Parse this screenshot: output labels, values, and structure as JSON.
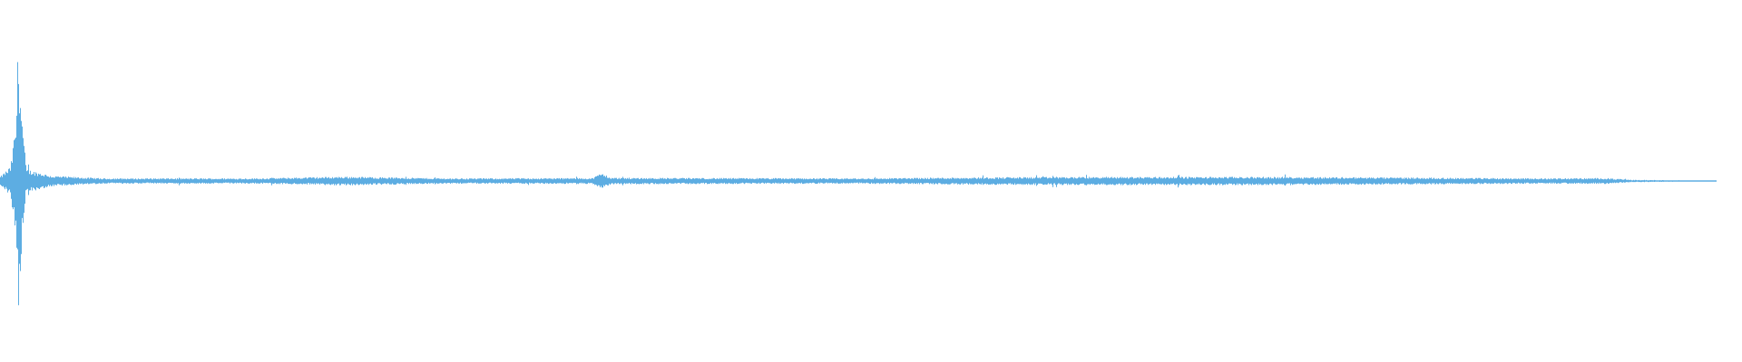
{
  "chart_data": {
    "type": "waveform",
    "title": "",
    "xlabel": "",
    "ylabel": "",
    "duration": 1,
    "ylim": [
      -1,
      1
    ],
    "grid": false,
    "legend": "none",
    "color": "#5dade2",
    "series": [
      {
        "name": "",
        "envelope": [
          {
            "t": 0.0,
            "amp": 0.03
          },
          {
            "t": 0.006,
            "amp": 0.1
          },
          {
            "t": 0.009,
            "amp": 0.4
          },
          {
            "t": 0.0105,
            "amp": 1.0
          },
          {
            "t": 0.012,
            "amp": 0.55
          },
          {
            "t": 0.015,
            "amp": 0.08
          },
          {
            "t": 0.03,
            "amp": 0.035
          },
          {
            "t": 0.06,
            "amp": 0.018
          },
          {
            "t": 0.15,
            "amp": 0.018
          },
          {
            "t": 0.2,
            "amp": 0.03
          },
          {
            "t": 0.26,
            "amp": 0.018
          },
          {
            "t": 0.345,
            "amp": 0.02
          },
          {
            "t": 0.35,
            "amp": 0.055
          },
          {
            "t": 0.356,
            "amp": 0.022
          },
          {
            "t": 0.5,
            "amp": 0.018
          },
          {
            "t": 0.57,
            "amp": 0.025
          },
          {
            "t": 0.64,
            "amp": 0.028
          },
          {
            "t": 0.75,
            "amp": 0.028
          },
          {
            "t": 0.9,
            "amp": 0.018
          },
          {
            "t": 0.935,
            "amp": 0.02
          },
          {
            "t": 0.95,
            "amp": 0.008
          },
          {
            "t": 1.0,
            "amp": 0.003
          }
        ]
      }
    ]
  }
}
